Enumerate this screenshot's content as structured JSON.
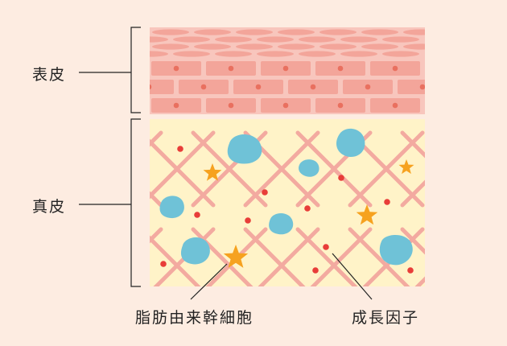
{
  "labels": {
    "epidermis": "表皮",
    "dermis": "真皮",
    "adipose_stem_cell": "脂肪由来幹細胞",
    "growth_factor": "成長因子"
  },
  "colors": {
    "background": "#fdece1",
    "epidermis_fill": "#f8c6bd",
    "epidermis_cell": "#f3a59a",
    "epidermis_nucleus": "#e9705f",
    "dermis_fill": "#fff3c8",
    "fiber": "#f3aaa0",
    "stem_cell": "#6fc2d7",
    "star": "#f6a21f",
    "growth_factor_dot": "#e83d39",
    "line": "#222222"
  }
}
